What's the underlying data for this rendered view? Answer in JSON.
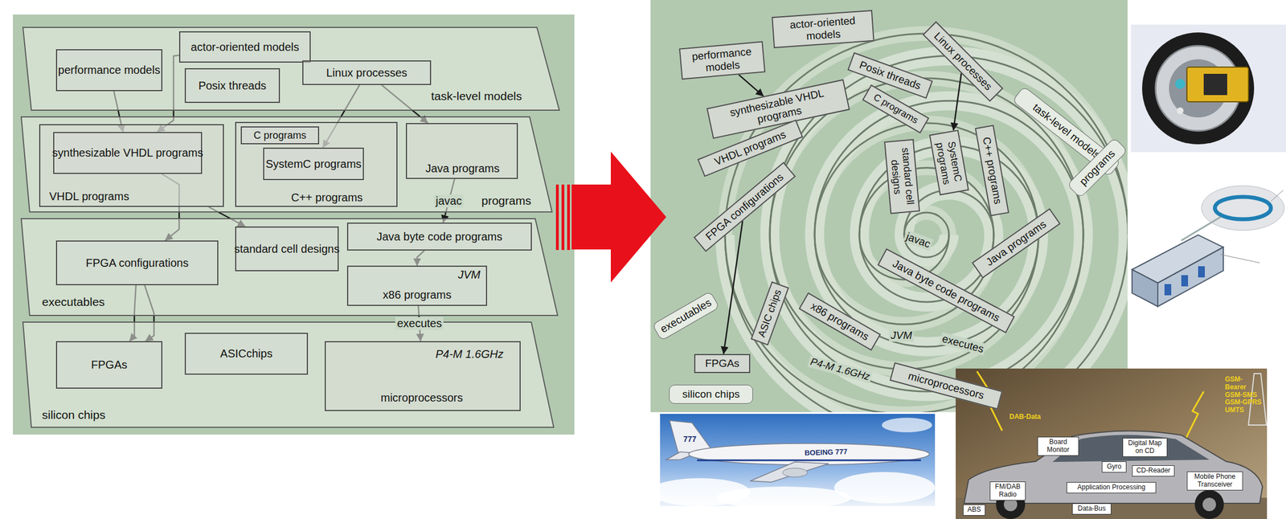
{
  "diagram": {
    "nodes": [
      {
        "text": [
          "task-level models"
        ]
      },
      {
        "text": [
          "performance models"
        ],
        "in": 0
      },
      {
        "text": [
          "actor-oriented models"
        ],
        "in": 0
      },
      {
        "text": [
          "Posix threads"
        ],
        "in": 0
      },
      {
        "text": [
          "Linux processes"
        ],
        "in": 0
      },
      {
        "text": [
          "programs"
        ]
      },
      {
        "text": [
          "VHDL programs"
        ],
        "in": 5
      },
      {
        "text": [
          "synthesizable VHDL programs"
        ],
        "in": 6
      },
      {
        "text": [
          "C++ programs"
        ],
        "in": 5
      },
      {
        "text": [
          "C programs"
        ],
        "in": 8
      },
      {
        "text": [
          "SystemC programs"
        ],
        "in": 8
      },
      {
        "text": [
          "Java programs"
        ],
        "in": 5
      },
      {
        "text": [
          "executables"
        ]
      },
      {
        "text": [
          "FPGA configurations"
        ],
        "in": 12
      },
      {
        "text": [
          "standard cell designs"
        ],
        "in": 12
      },
      {
        "text": [
          "Java byte code programs"
        ],
        "in": 12
      },
      {
        "text": [
          "x86 programs"
        ],
        "in": 12
      },
      {
        "text": [
          "silicon chips"
        ]
      },
      {
        "text": [
          "FPGAs"
        ],
        "in": 17
      },
      {
        "text": [
          "ASICchips"
        ],
        "in": 17
      },
      {
        "text": [
          "microprocessors"
        ],
        "in": 17
      },
      {
        "text": [
          "task-level models"
        ]
      },
      {
        "text": [
          "performance models"
        ]
      },
      {
        "text": [
          "actor-oriented models"
        ]
      },
      {
        "text": [
          "Posix threads"
        ]
      },
      {
        "text": [
          "Linux processes"
        ]
      },
      {
        "text": [
          "programs"
        ]
      },
      {
        "text": [
          "synthesizable VHDL programs"
        ]
      },
      {
        "text": [
          "VHDL programs"
        ]
      },
      {
        "text": [
          "C programs"
        ]
      },
      {
        "text": [
          "SystemC programs"
        ]
      },
      {
        "text": [
          "C++ programs"
        ]
      },
      {
        "text": [
          "standard cell designs"
        ]
      },
      {
        "text": [
          "Java programs"
        ]
      },
      {
        "text": [
          "executables"
        ]
      },
      {
        "text": [
          "FPGA configurations"
        ]
      },
      {
        "text": [
          "Java byte code programs"
        ]
      },
      {
        "text": [
          "x86 programs"
        ]
      },
      {
        "text": [
          "ASIC chips"
        ]
      },
      {
        "text": [
          "silicon chips"
        ]
      },
      {
        "text": [
          "FPGAs"
        ]
      },
      {
        "text": [
          "microprocessors"
        ]
      },
      {
        "text": [
          "Board Monitor"
        ]
      },
      {
        "text": [
          "Digital Map on CD"
        ]
      },
      {
        "text": [
          "Gyro"
        ]
      },
      {
        "text": [
          "CD-Reader"
        ]
      },
      {
        "text": [
          "FM/DAB Radio"
        ]
      },
      {
        "text": [
          "Application Processing"
        ]
      },
      {
        "text": [
          "Data-Bus"
        ]
      },
      {
        "text": [
          "Mobile Phone Transceiver"
        ]
      },
      {
        "text": [
          "ABS"
        ]
      }
    ],
    "edges": [
      {
        "from": 1,
        "to": 7,
        "arrow": "to"
      },
      {
        "from": 2,
        "to": 7,
        "arrow": "to"
      },
      {
        "from": 4,
        "to": 10,
        "arrow": "to"
      },
      {
        "from": 4,
        "to": 11,
        "arrow": "to"
      },
      {
        "from": 7,
        "to": 13,
        "arrow": "to"
      },
      {
        "from": 6,
        "to": 14,
        "arrow": "to"
      },
      {
        "from": 11,
        "to": 15,
        "label": "javac",
        "arrow": "to"
      },
      {
        "from": 15,
        "to": 16,
        "arrow": "to"
      },
      {
        "from": 13,
        "to": 18,
        "arrow": "to"
      },
      {
        "from": 13,
        "to": 18,
        "arrow": "to"
      },
      {
        "from": 16,
        "to": 20,
        "label": "executes",
        "arrow": "to"
      },
      {
        "from": 22,
        "to": 27,
        "arrow": "to"
      },
      {
        "from": 35,
        "to": 40,
        "arrow": "to"
      },
      {
        "from": 25,
        "to": 30,
        "arrow": "to"
      }
    ],
    "labels": [
      "JVM",
      "P4-M 1.6GHz",
      "javac",
      "JVM",
      "executes",
      "P4-M 1.6GHz",
      "BOEING 777",
      "777",
      "GSM-Bearer GSM-SMS GSM-GPRS UMTS",
      "DAB-Data"
    ]
  }
}
